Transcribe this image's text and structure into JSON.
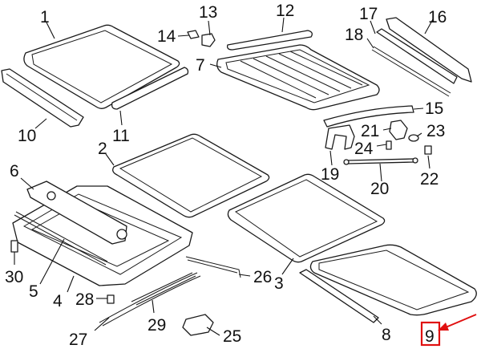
{
  "diagram": {
    "highlight_color": "#e01010",
    "highlighted_part": "9",
    "callouts": [
      "1",
      "2",
      "3",
      "4",
      "5",
      "6",
      "7",
      "8",
      "9",
      "10",
      "11",
      "12",
      "13",
      "14",
      "15",
      "16",
      "17",
      "18",
      "19",
      "20",
      "21",
      "22",
      "23",
      "24",
      "25",
      "26",
      "27",
      "28",
      "29",
      "30"
    ]
  }
}
